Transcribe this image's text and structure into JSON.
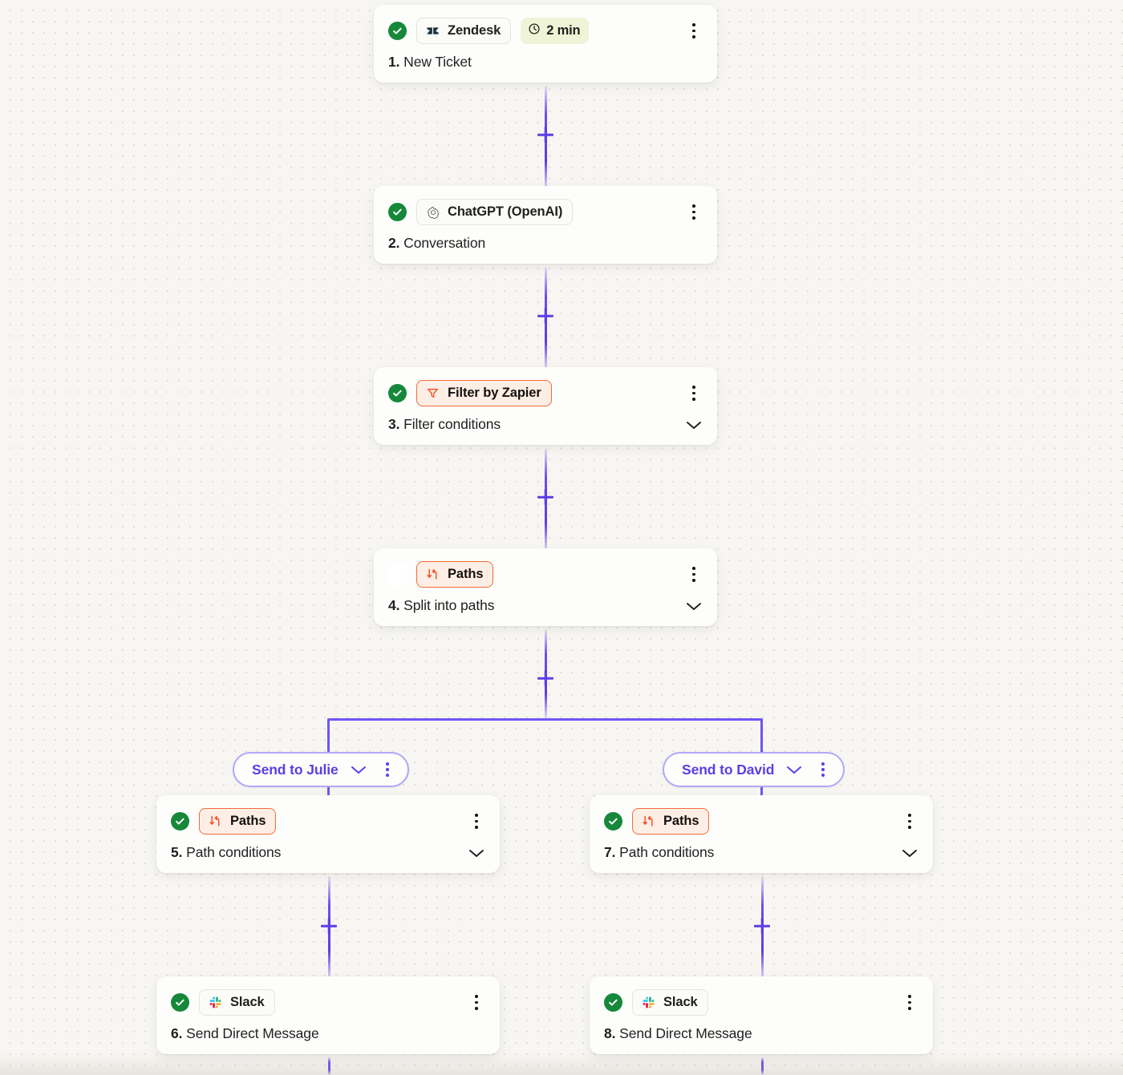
{
  "canvas": {
    "background_color": "#f7f6f2",
    "dot_color": "#e0ded6",
    "connector_color": "#6f55f6",
    "accent_purple": "#5b3ee8",
    "accent_orange": "#f36c35",
    "status_green": "#16883a"
  },
  "steps": [
    {
      "id": "step-1",
      "number": "1.",
      "title": "New Ticket",
      "app": "Zendesk",
      "app_icon": "zendesk-icon",
      "status": "success",
      "timer": "2 min",
      "timer_icon": "clock-icon",
      "badge_style": "default",
      "has_chevron": false
    },
    {
      "id": "step-2",
      "number": "2.",
      "title": "Conversation",
      "app": "ChatGPT (OpenAI)",
      "app_icon": "openai-icon",
      "status": "success",
      "badge_style": "default",
      "has_chevron": false
    },
    {
      "id": "step-3",
      "number": "3.",
      "title": "Filter conditions",
      "app": "Filter by Zapier",
      "app_icon": "filter-icon",
      "status": "success",
      "badge_style": "orange",
      "has_chevron": true
    },
    {
      "id": "step-4",
      "number": "4.",
      "title": "Split into paths",
      "app": "Paths",
      "app_icon": "paths-icon",
      "status": "none",
      "badge_style": "orange",
      "has_chevron": true
    },
    {
      "id": "step-5",
      "number": "5.",
      "title": "Path conditions",
      "app": "Paths",
      "app_icon": "paths-icon",
      "status": "success",
      "badge_style": "orange",
      "has_chevron": true
    },
    {
      "id": "step-6",
      "number": "6.",
      "title": "Send Direct Message",
      "app": "Slack",
      "app_icon": "slack-icon",
      "status": "success",
      "badge_style": "default",
      "has_chevron": false
    },
    {
      "id": "step-7",
      "number": "7.",
      "title": "Path conditions",
      "app": "Paths",
      "app_icon": "paths-icon",
      "status": "success",
      "badge_style": "orange",
      "has_chevron": true
    },
    {
      "id": "step-8",
      "number": "8.",
      "title": "Send Direct Message",
      "app": "Slack",
      "app_icon": "slack-icon",
      "status": "success",
      "badge_style": "default",
      "has_chevron": false
    }
  ],
  "paths": [
    {
      "id": "path-left",
      "label": "Send to Julie"
    },
    {
      "id": "path-right",
      "label": "Send to David"
    }
  ],
  "icons": {
    "add_step": "plus-icon",
    "expand": "chevron-down-icon",
    "menu": "kebab-menu-icon"
  }
}
